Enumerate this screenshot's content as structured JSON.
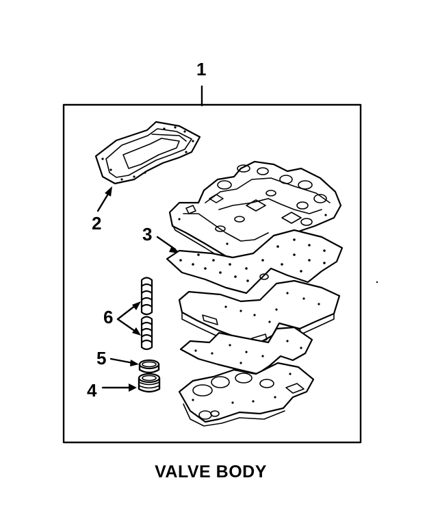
{
  "diagram": {
    "caption": "VALVE BODY",
    "callouts": {
      "assembly": "1",
      "gasket_small": "2",
      "separator_plate": "3",
      "ring_large": "4",
      "ring_small": "5",
      "valve_springs": "6"
    }
  }
}
